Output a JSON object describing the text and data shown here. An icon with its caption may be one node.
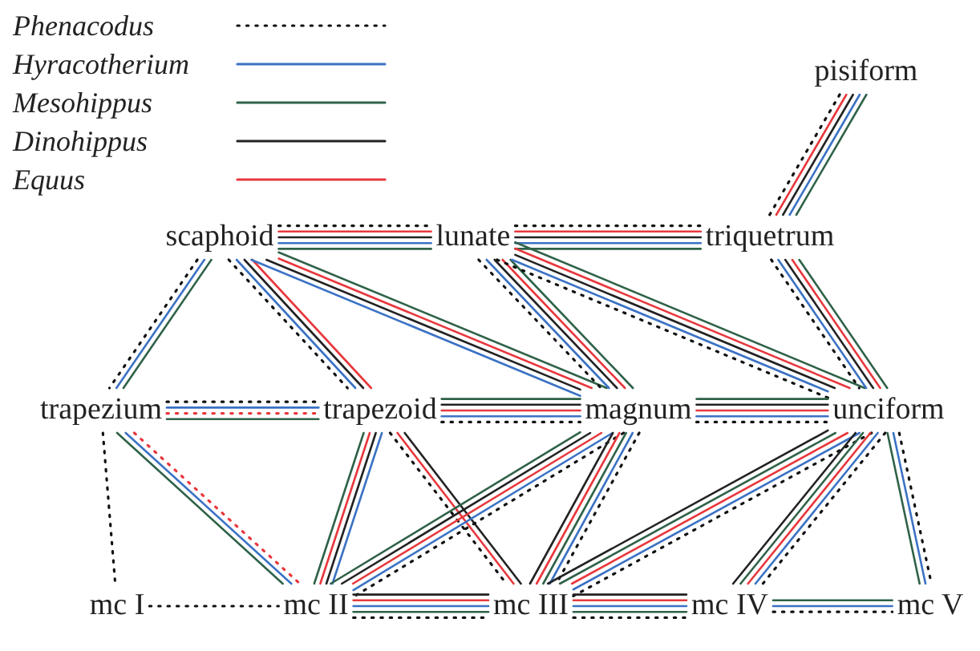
{
  "diagram": {
    "nodes": [
      {
        "text": [
          "pisiform"
        ]
      },
      {
        "text": [
          "scaphoid"
        ]
      },
      {
        "text": [
          "lunate"
        ]
      },
      {
        "text": [
          "triquetrum"
        ]
      },
      {
        "text": [
          "trapezium"
        ]
      },
      {
        "text": [
          "trapezoid"
        ]
      },
      {
        "text": [
          "magnum"
        ]
      },
      {
        "text": [
          "unciform"
        ]
      },
      {
        "text": [
          "mc I"
        ]
      },
      {
        "text": [
          "mc II"
        ]
      },
      {
        "text": [
          "mc III"
        ]
      },
      {
        "text": [
          "mc IV"
        ]
      },
      {
        "text": [
          "mc V"
        ]
      }
    ],
    "edges": [
      {
        "from": 0,
        "to": 3,
        "arrow": "none",
        "color": "#111111",
        "style": "dashed"
      },
      {
        "from": 0,
        "to": 3,
        "arrow": "none",
        "color": "#e8383d"
      },
      {
        "from": 0,
        "to": 3,
        "arrow": "none",
        "color": "#222222"
      },
      {
        "from": 0,
        "to": 3,
        "arrow": "none",
        "color": "#3b72c4"
      },
      {
        "from": 0,
        "to": 3,
        "arrow": "none",
        "color": "#2f6248"
      },
      {
        "from": 1,
        "to": 2,
        "arrow": "none",
        "color": "#111111",
        "style": "dashed"
      },
      {
        "from": 1,
        "to": 2,
        "arrow": "none",
        "color": "#e8383d"
      },
      {
        "from": 1,
        "to": 2,
        "arrow": "none",
        "color": "#222222"
      },
      {
        "from": 1,
        "to": 2,
        "arrow": "none",
        "color": "#3b72c4"
      },
      {
        "from": 1,
        "to": 2,
        "arrow": "none",
        "color": "#2f6248"
      },
      {
        "from": 2,
        "to": 3,
        "arrow": "none",
        "color": "#111111",
        "style": "dashed"
      },
      {
        "from": 2,
        "to": 3,
        "arrow": "none",
        "color": "#e8383d"
      },
      {
        "from": 2,
        "to": 3,
        "arrow": "none",
        "color": "#222222"
      },
      {
        "from": 2,
        "to": 3,
        "arrow": "none",
        "color": "#3b72c4"
      },
      {
        "from": 2,
        "to": 3,
        "arrow": "none",
        "color": "#2f6248"
      },
      {
        "from": 1,
        "to": 4,
        "arrow": "none",
        "color": "#111111",
        "style": "dashed"
      },
      {
        "from": 1,
        "to": 4,
        "arrow": "none",
        "color": "#3b72c4"
      },
      {
        "from": 1,
        "to": 4,
        "arrow": "none",
        "color": "#2f6248"
      },
      {
        "from": 1,
        "to": 5,
        "arrow": "none",
        "color": "#111111",
        "style": "dashed"
      },
      {
        "from": 1,
        "to": 5,
        "arrow": "none",
        "color": "#3b72c4"
      },
      {
        "from": 1,
        "to": 5,
        "arrow": "none",
        "color": "#222222"
      },
      {
        "from": 1,
        "to": 5,
        "arrow": "none",
        "color": "#e8383d"
      },
      {
        "from": 1,
        "to": 6,
        "arrow": "none",
        "color": "#2f6248"
      },
      {
        "from": 1,
        "to": 6,
        "arrow": "none",
        "color": "#e8383d"
      },
      {
        "from": 1,
        "to": 6,
        "arrow": "none",
        "color": "#222222"
      },
      {
        "from": 1,
        "to": 6,
        "arrow": "none",
        "color": "#3b72c4"
      },
      {
        "from": 2,
        "to": 6,
        "arrow": "none",
        "color": "#111111",
        "style": "dashed"
      },
      {
        "from": 2,
        "to": 6,
        "arrow": "none",
        "color": "#3b72c4"
      },
      {
        "from": 2,
        "to": 6,
        "arrow": "none",
        "color": "#222222"
      },
      {
        "from": 2,
        "to": 6,
        "arrow": "none",
        "color": "#e8383d"
      },
      {
        "from": 2,
        "to": 6,
        "arrow": "none",
        "color": "#2f6248"
      },
      {
        "from": 2,
        "to": 7,
        "arrow": "none",
        "color": "#2f6248"
      },
      {
        "from": 2,
        "to": 7,
        "arrow": "none",
        "color": "#e8383d"
      },
      {
        "from": 2,
        "to": 7,
        "arrow": "none",
        "color": "#222222"
      },
      {
        "from": 2,
        "to": 7,
        "arrow": "none",
        "color": "#3b72c4"
      },
      {
        "from": 2,
        "to": 7,
        "arrow": "none",
        "color": "#111111",
        "style": "dashed"
      },
      {
        "from": 3,
        "to": 7,
        "arrow": "none",
        "color": "#111111",
        "style": "dashed"
      },
      {
        "from": 3,
        "to": 7,
        "arrow": "none",
        "color": "#3b72c4"
      },
      {
        "from": 3,
        "to": 7,
        "arrow": "none",
        "color": "#222222"
      },
      {
        "from": 3,
        "to": 7,
        "arrow": "none",
        "color": "#e8383d"
      },
      {
        "from": 3,
        "to": 7,
        "arrow": "none",
        "color": "#2f6248"
      },
      {
        "from": 4,
        "to": 5,
        "arrow": "none",
        "color": "#111111",
        "style": "dashed"
      },
      {
        "from": 4,
        "to": 5,
        "arrow": "none",
        "color": "#3b72c4"
      },
      {
        "from": 4,
        "to": 5,
        "arrow": "none",
        "color": "#e8383d",
        "style": "dashed"
      },
      {
        "from": 4,
        "to": 5,
        "arrow": "none",
        "color": "#2f6248"
      },
      {
        "from": 5,
        "to": 6,
        "arrow": "none",
        "color": "#2f6248"
      },
      {
        "from": 5,
        "to": 6,
        "arrow": "none",
        "color": "#222222"
      },
      {
        "from": 5,
        "to": 6,
        "arrow": "none",
        "color": "#e8383d"
      },
      {
        "from": 5,
        "to": 6,
        "arrow": "none",
        "color": "#3b72c4"
      },
      {
        "from": 5,
        "to": 6,
        "arrow": "none",
        "color": "#111111",
        "style": "dashed"
      },
      {
        "from": 6,
        "to": 7,
        "arrow": "none",
        "color": "#2f6248"
      },
      {
        "from": 6,
        "to": 7,
        "arrow": "none",
        "color": "#222222"
      },
      {
        "from": 6,
        "to": 7,
        "arrow": "none",
        "color": "#e8383d"
      },
      {
        "from": 6,
        "to": 7,
        "arrow": "none",
        "color": "#3b72c4"
      },
      {
        "from": 6,
        "to": 7,
        "arrow": "none",
        "color": "#111111",
        "style": "dashed"
      },
      {
        "from": 4,
        "to": 9,
        "arrow": "none",
        "color": "#e8383d",
        "style": "dashed"
      },
      {
        "from": 4,
        "to": 9,
        "arrow": "none",
        "color": "#3b72c4"
      },
      {
        "from": 4,
        "to": 9,
        "arrow": "none",
        "color": "#2f6248"
      },
      {
        "from": 4,
        "to": 8,
        "arrow": "none",
        "color": "#111111",
        "style": "dashed"
      },
      {
        "from": 8,
        "to": 9,
        "arrow": "none",
        "color": "#111111",
        "style": "dashed"
      },
      {
        "from": 5,
        "to": 9,
        "arrow": "none",
        "color": "#2f6248"
      },
      {
        "from": 5,
        "to": 9,
        "arrow": "none",
        "color": "#e8383d"
      },
      {
        "from": 5,
        "to": 9,
        "arrow": "none",
        "color": "#222222"
      },
      {
        "from": 5,
        "to": 9,
        "arrow": "none",
        "color": "#3b72c4"
      },
      {
        "from": 5,
        "to": 10,
        "arrow": "none",
        "color": "#111111",
        "style": "dashed"
      },
      {
        "from": 5,
        "to": 10,
        "arrow": "none",
        "color": "#e8383d"
      },
      {
        "from": 5,
        "to": 10,
        "arrow": "none",
        "color": "#222222"
      },
      {
        "from": 6,
        "to": 9,
        "arrow": "none",
        "color": "#2f6248"
      },
      {
        "from": 6,
        "to": 9,
        "arrow": "none",
        "color": "#222222"
      },
      {
        "from": 6,
        "to": 9,
        "arrow": "none",
        "color": "#e8383d"
      },
      {
        "from": 6,
        "to": 9,
        "arrow": "none",
        "color": "#3b72c4"
      },
      {
        "from": 6,
        "to": 9,
        "arrow": "none",
        "color": "#111111",
        "style": "dashed"
      },
      {
        "from": 6,
        "to": 10,
        "arrow": "none",
        "color": "#222222"
      },
      {
        "from": 6,
        "to": 10,
        "arrow": "none",
        "color": "#e8383d"
      },
      {
        "from": 6,
        "to": 10,
        "arrow": "none",
        "color": "#2f6248"
      },
      {
        "from": 6,
        "to": 10,
        "arrow": "none",
        "color": "#3b72c4"
      },
      {
        "from": 6,
        "to": 10,
        "arrow": "none",
        "color": "#111111",
        "style": "dashed"
      },
      {
        "from": 7,
        "to": 10,
        "arrow": "none",
        "color": "#222222"
      },
      {
        "from": 7,
        "to": 10,
        "arrow": "none",
        "color": "#2f6248"
      },
      {
        "from": 7,
        "to": 10,
        "arrow": "none",
        "color": "#e8383d"
      },
      {
        "from": 7,
        "to": 10,
        "arrow": "none",
        "color": "#3b72c4"
      },
      {
        "from": 7,
        "to": 10,
        "arrow": "none",
        "color": "#111111",
        "style": "dashed"
      },
      {
        "from": 7,
        "to": 11,
        "arrow": "none",
        "color": "#222222"
      },
      {
        "from": 7,
        "to": 11,
        "arrow": "none",
        "color": "#2f6248"
      },
      {
        "from": 7,
        "to": 11,
        "arrow": "none",
        "color": "#e8383d"
      },
      {
        "from": 7,
        "to": 11,
        "arrow": "none",
        "color": "#3b72c4"
      },
      {
        "from": 7,
        "to": 11,
        "arrow": "none",
        "color": "#111111",
        "style": "dashed"
      },
      {
        "from": 7,
        "to": 12,
        "arrow": "none",
        "color": "#2f6248"
      },
      {
        "from": 7,
        "to": 12,
        "arrow": "none",
        "color": "#3b72c4"
      },
      {
        "from": 7,
        "to": 12,
        "arrow": "none",
        "color": "#111111",
        "style": "dashed"
      },
      {
        "from": 9,
        "to": 10,
        "arrow": "none",
        "color": "#222222"
      },
      {
        "from": 9,
        "to": 10,
        "arrow": "none",
        "color": "#e8383d"
      },
      {
        "from": 9,
        "to": 10,
        "arrow": "none",
        "color": "#3b72c4"
      },
      {
        "from": 9,
        "to": 10,
        "arrow": "none",
        "color": "#2f6248"
      },
      {
        "from": 9,
        "to": 10,
        "arrow": "none",
        "color": "#111111",
        "style": "dashed"
      },
      {
        "from": 10,
        "to": 11,
        "arrow": "none",
        "color": "#222222"
      },
      {
        "from": 10,
        "to": 11,
        "arrow": "none",
        "color": "#e8383d"
      },
      {
        "from": 10,
        "to": 11,
        "arrow": "none",
        "color": "#3b72c4"
      },
      {
        "from": 10,
        "to": 11,
        "arrow": "none",
        "color": "#2f6248"
      },
      {
        "from": 10,
        "to": 11,
        "arrow": "none",
        "color": "#111111",
        "style": "dashed"
      },
      {
        "from": 11,
        "to": 12,
        "arrow": "none",
        "color": "#2f6248"
      },
      {
        "from": 11,
        "to": 12,
        "arrow": "none",
        "color": "#3b72c4"
      },
      {
        "from": 11,
        "to": 12,
        "arrow": "none",
        "color": "#111111",
        "style": "dashed"
      }
    ],
    "legend": [
      {
        "text": "Phenacodus",
        "color": "#111111"
      },
      {
        "text": "Hyracotherium",
        "color": "#3b72c4"
      },
      {
        "text": "Mesohippus",
        "color": "#2f6248"
      },
      {
        "text": "Dinohippus",
        "color": "#222222"
      },
      {
        "text": "Equus",
        "color": "#e8383d"
      }
    ]
  }
}
